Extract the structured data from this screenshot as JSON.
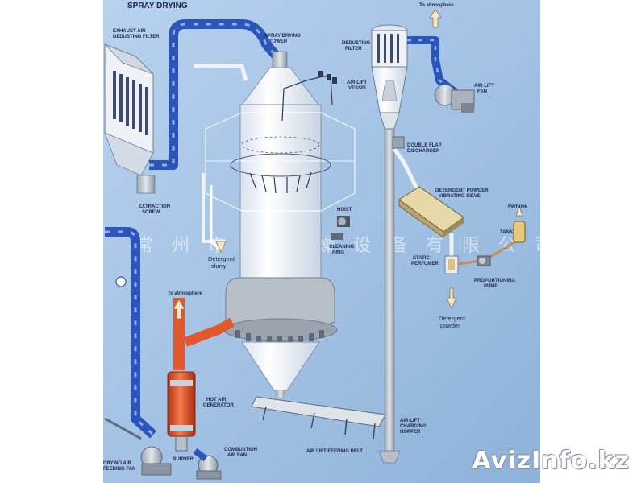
{
  "title": "SPRAY DRYING",
  "labels": {
    "exhaust_filter": [
      "EXHAUST AIR",
      "DEDUSTING FILTER"
    ],
    "spray_tower": [
      "SPRAY DRYING",
      "TOWER"
    ],
    "dedusting_filter": [
      "DEDUSTING",
      "FILTER"
    ],
    "to_atmosphere_top": "To atmosphere",
    "air_lift_fan": [
      "AIR-LIFT",
      "FAN"
    ],
    "air_lift_vessel": [
      "AIR-LIFT",
      "VESSEL"
    ],
    "double_flap": [
      "DOUBLE FLAP",
      "DISCHARGER"
    ],
    "vibrating_sieve": [
      "DETERGENT POWDER",
      "VIBRATING SIEVE"
    ],
    "perfume": "Perfume",
    "tank": "TANK",
    "extraction_screw": [
      "EXTRACTION",
      "SCREW"
    ],
    "hoist": "HOIST",
    "cleaning_ring": [
      "CLEANING",
      "RING"
    ],
    "static_perfumer": [
      "STATIC",
      "PERFUMER"
    ],
    "proportioning_pump": [
      "PROPORTIONING",
      "PUMP"
    ],
    "detergent_slurry": [
      "Detergent",
      "slurry"
    ],
    "detergent_powder": [
      "Detergent",
      "powder"
    ],
    "to_atmosphere_left": "To atmosphere",
    "hot_air_generator": [
      "HOT AIR",
      "GENERATOR"
    ],
    "air_lift_hopper": [
      "AIR-LIFT",
      "CHARGING",
      "HOPPER"
    ],
    "air_lift_belt": "AIR LIFT FEEDING BELT",
    "burner": "BURNER",
    "combustion_fan": [
      "COMBUSTION",
      "AIR FAN"
    ],
    "drying_fan": [
      "DRYING AIR",
      "FEEDING FAN"
    ]
  },
  "watermark_cn": "常 州 市 昌 干 燥 设 备 有 限 公 司",
  "site_watermark": "AvizInfo.kz",
  "colors": {
    "background": "#a9c6e6",
    "pipe_blue": "#2b55b8",
    "pipe_white": "#eef3fb",
    "tower": "#ffffff",
    "generator": "#e2572c",
    "text": "#1b2550"
  }
}
